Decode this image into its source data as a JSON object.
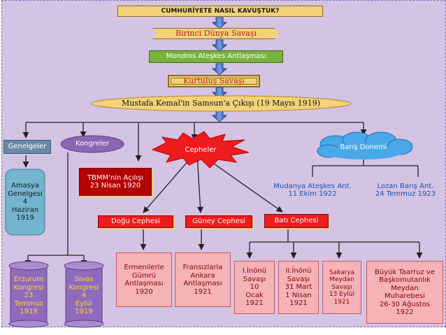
{
  "title": "CUMHURİYETE NASIL KAVUŞTUK?",
  "chain": {
    "world_war": "Birinci Dünya Savaşı",
    "mondros": "Mondros Ateşkes Antlaşması",
    "liberation_war": "Kurtuluş Savaşı",
    "samsun": "Mustafa Kemal'in Samsun'a Çıkışı (19 Mayıs 1919)"
  },
  "genelgeler": {
    "label": "Genelgeler",
    "amasya": "Amasya\nGenelgesi\n4\nHaziran\n1919"
  },
  "kongreler": {
    "label": "Kongreler",
    "erzurum": "Erzurum\nKongresi\n23\nTemmuz\n1919",
    "sivas": "Sivas\nKongresi\n4\nEylül\n1919"
  },
  "tbmm": "TBMM'nin Açılışı\n23 Nisan 1920",
  "cepheler": {
    "label": "Cepheler",
    "dogu": "Doğu Cephesi",
    "guney": "Güney Cephesi",
    "bati": "Batı Cephesi",
    "gumru": "Ermenilerle\nGümrü\nAntlaşması\n1920",
    "ankara": "Fransızlarla\nAnkara\nAntlaşması\n1921",
    "inonu1": "I.İnönü\nSavaşı\n10\nOcak\n1921",
    "inonu2": "II.İnönü\nSavaşı\n31 Mart\n1 Nisan\n1921",
    "sakarya": "Sakarya\nMeydan\nSavaşı\n13 Eylül\n1921",
    "buyuk": "Büyük Taarruz ve\nBaşkomutanlık\nMeydan\nMuharebesi\n26-30 Ağustos\n1922"
  },
  "baris": {
    "label": "Barış Dönemi",
    "mudanya": "Mudanya Ateşkes Ant.\n11 Ekim 1922",
    "lozan": "Lozan Barış Ant.\n24 Temmuz 1923"
  },
  "colors": {
    "background": "#d4c3e3",
    "gold": "#f3d27a",
    "green": "#79b33f",
    "red": "#ee1c1c",
    "pink": "#f5b3b8",
    "blue_text": "#1f4fb3",
    "cloud": "#49a9e8",
    "purple": "#8a67b5"
  }
}
